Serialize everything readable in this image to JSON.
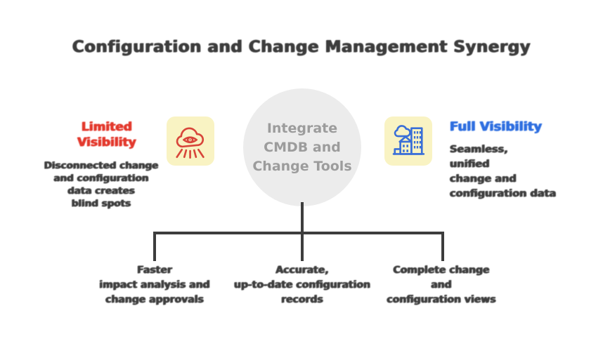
{
  "title": "Configuration and Change Management Synergy",
  "colors": {
    "accent_red": "#e3392d",
    "accent_blue": "#2f6fe0",
    "icon_bg_yellow": "#f9f3c3",
    "text_gray": "#3f3f3f",
    "circle_fill_gray": "#ececec",
    "circle_text_gray": "#9c9c9c",
    "connector_gray": "#3d3d3d"
  },
  "center_node": {
    "lines": [
      "Integrate",
      "CMDB and",
      "Change Tools"
    ]
  },
  "limited": {
    "label_lines": [
      "Limited",
      "Visibility"
    ],
    "icon": "eye-cloud-icon",
    "body_lines": [
      "Disconnected change",
      "and configuration",
      "data creates",
      "blind spots"
    ]
  },
  "full": {
    "label": "Full Visibility",
    "icon": "city-buildings-icon",
    "body_lines": [
      "Seamless,",
      "unified",
      "change and",
      "configuration data"
    ]
  },
  "outcomes": [
    {
      "lines": [
        "Faster",
        "impact analysis and",
        "change approvals"
      ]
    },
    {
      "lines": [
        "Accurate,",
        "up-to-date configuration",
        "records"
      ]
    },
    {
      "lines": [
        "Complete change",
        "and",
        "configuration views"
      ]
    }
  ]
}
